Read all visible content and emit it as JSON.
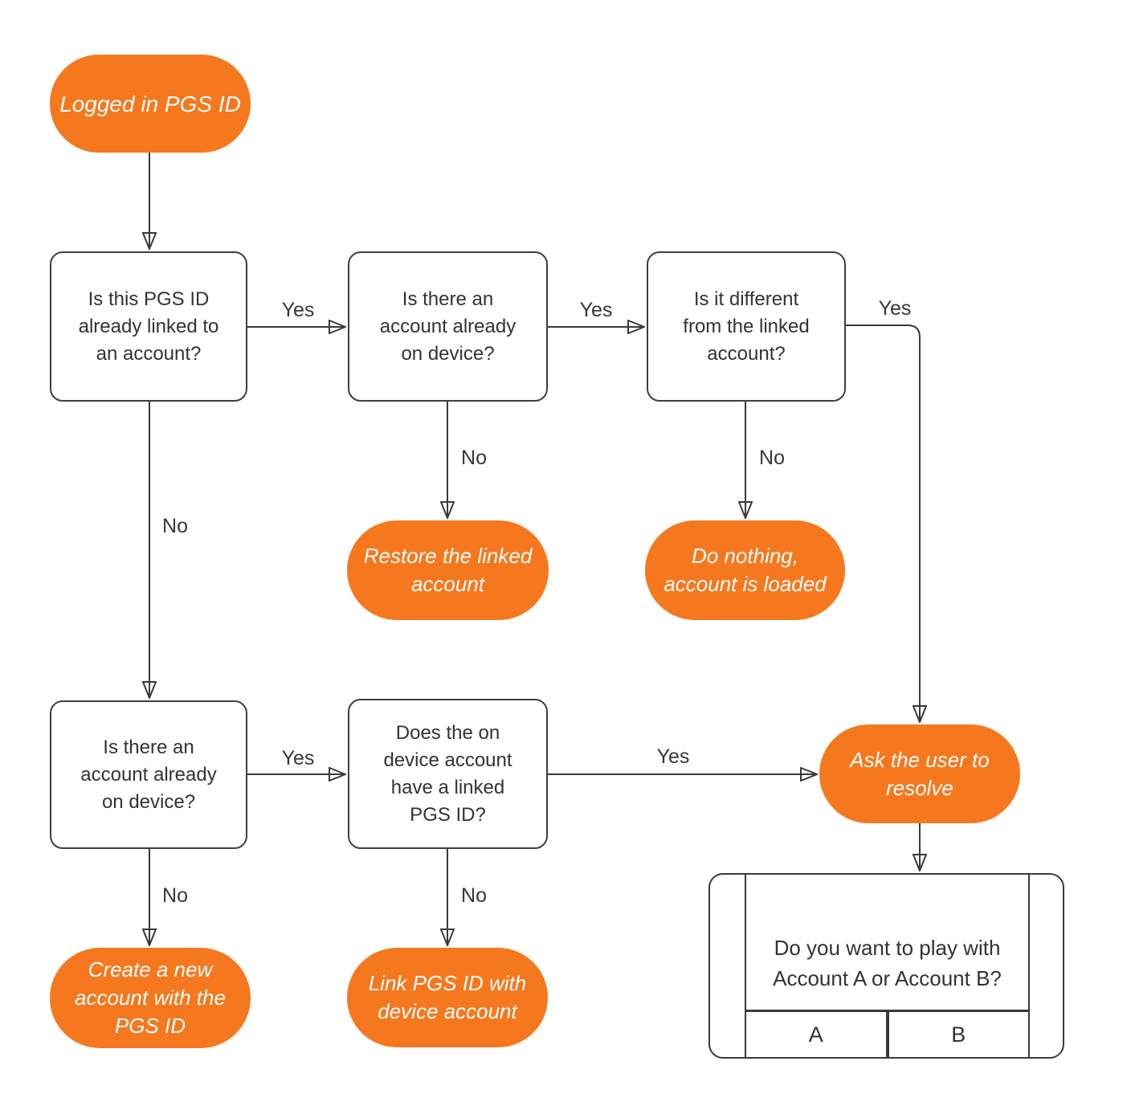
{
  "colors": {
    "accent_orange": "#F6781E",
    "line": "#3A3A3A",
    "text": "#333333",
    "pill_text": "#FFFFFF"
  },
  "nodes": {
    "start": "Logged in PGS ID",
    "q_linked": "Is this PGS ID already linked to an account?",
    "q_device_top": "Is there an account already on device?",
    "q_different": "Is it different from the linked account?",
    "restore": "Restore the linked account",
    "do_nothing": "Do nothing, account is loaded",
    "q_device_bottom": "Is there an account already on device?",
    "q_pgs_linked": "Does the on device account have a linked PGS ID?",
    "ask_resolve": "Ask the user to resolve",
    "create_new": "Create a new account with the PGS  ID",
    "link_pgs": "Link PGS ID with device account"
  },
  "edge_labels": {
    "linked_yes": "Yes",
    "device_top_yes": "Yes",
    "different_yes": "Yes",
    "device_top_no": "No",
    "different_no": "No",
    "linked_no": "No",
    "device_bottom_yes": "Yes",
    "pgs_linked_yes": "Yes",
    "device_bottom_no": "No",
    "pgs_linked_no": "No"
  },
  "dialog": {
    "message": "Do you want to play with Account A or Account B?",
    "button_a": "A",
    "button_b": "B"
  }
}
